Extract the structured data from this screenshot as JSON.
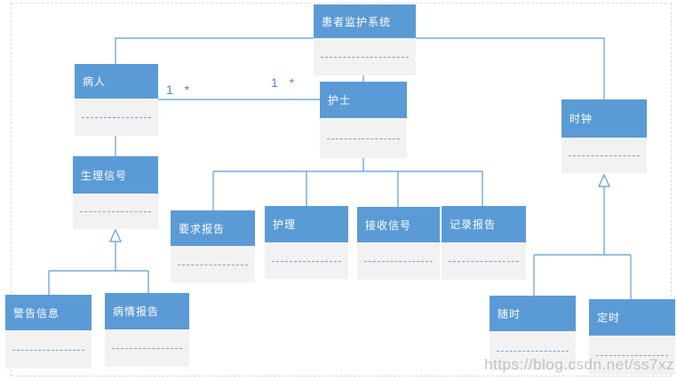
{
  "diagram": {
    "type": "uml-class-diagram",
    "nodes": [
      {
        "id": "system",
        "label": "患者监护系统"
      },
      {
        "id": "patient",
        "label": "病人"
      },
      {
        "id": "nurse",
        "label": "护士"
      },
      {
        "id": "clock",
        "label": "时钟"
      },
      {
        "id": "physio-signal",
        "label": "生理信号"
      },
      {
        "id": "request-report",
        "label": "要求报告"
      },
      {
        "id": "nursing",
        "label": "护理"
      },
      {
        "id": "receive-signal",
        "label": "接收信号"
      },
      {
        "id": "record-report",
        "label": "记录报告"
      },
      {
        "id": "warning-info",
        "label": "警告信息"
      },
      {
        "id": "condition-report",
        "label": "病情报告"
      },
      {
        "id": "anytime",
        "label": "随时"
      },
      {
        "id": "timed",
        "label": "定时"
      }
    ],
    "multiplicity_labels": [
      {
        "text": "1 *"
      },
      {
        "text": "1 *"
      }
    ],
    "watermark": "https://blog.csdn.net/ss7xz",
    "colors": {
      "node_header": "#5b9bd5",
      "node_body": "#f2f2f2",
      "connector": "#5b9bd5",
      "divider_dash": "#6ea4d8",
      "canvas_border": "#d9d9d9",
      "multiplicity_text": "#4a86c8",
      "watermark_text": "#b9b9b9"
    }
  }
}
